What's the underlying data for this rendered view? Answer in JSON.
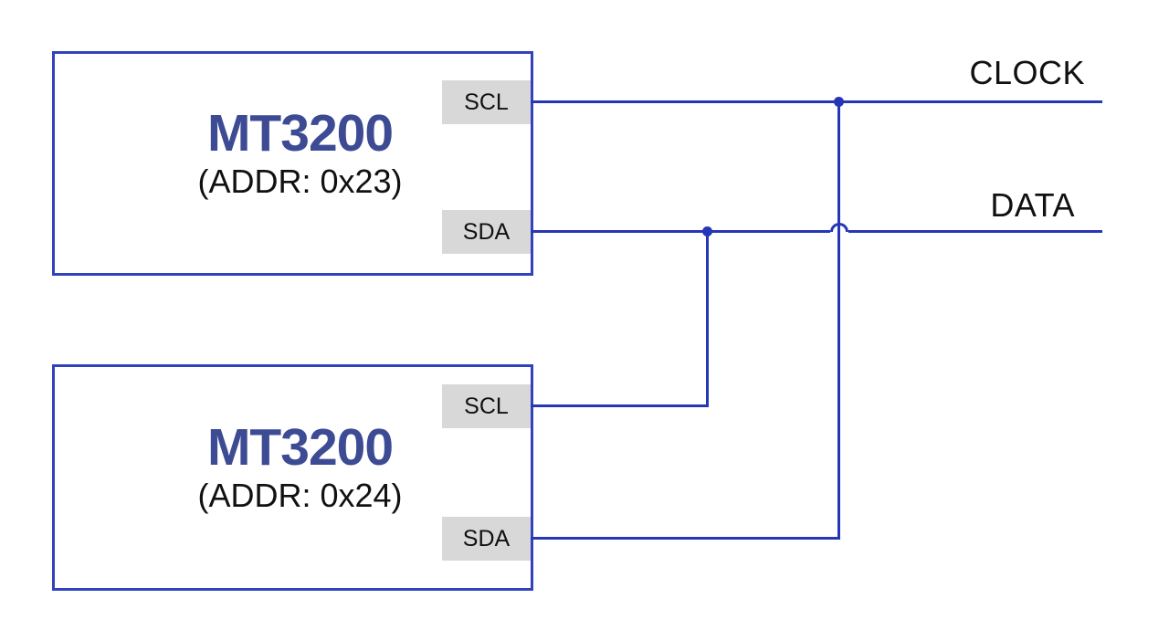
{
  "colors": {
    "wire": "#2536b6",
    "border": "#3242bd",
    "device-name": "#3d4b94",
    "pin-bg": "#d8d8d8",
    "text": "#111111"
  },
  "devices": [
    {
      "name": "MT3200",
      "address": "(ADDR: 0x23)",
      "pins": [
        {
          "label": "SCL"
        },
        {
          "label": "SDA"
        }
      ]
    },
    {
      "name": "MT3200",
      "address": "(ADDR: 0x24)",
      "pins": [
        {
          "label": "SCL"
        },
        {
          "label": "SDA"
        }
      ]
    }
  ],
  "buses": [
    {
      "label": "CLOCK"
    },
    {
      "label": "DATA"
    }
  ],
  "connections": [
    {
      "from": "device-0x23.SCL",
      "to": "CLOCK",
      "junction": "none"
    },
    {
      "from": "device-0x23.SDA",
      "to": "DATA",
      "junction": "none"
    },
    {
      "from": "device-0x24.SCL",
      "to": "DATA",
      "junction": "dot"
    },
    {
      "from": "device-0x24.SDA",
      "to": "CLOCK",
      "junction": "dot",
      "crossover": "hop-over-DATA"
    }
  ]
}
